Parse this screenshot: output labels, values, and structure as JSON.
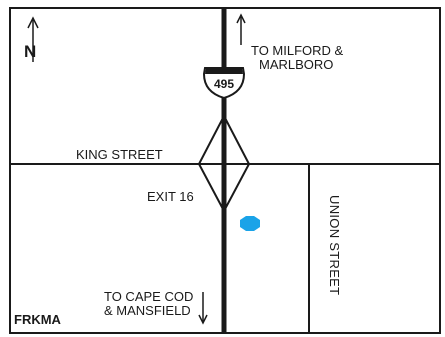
{
  "map": {
    "north_label": "N",
    "highway_number": "495",
    "labels": {
      "north_direction": "TO MILFORD &",
      "north_direction_2": "MARLBORO",
      "south_direction": "TO CAPE COD",
      "south_direction_2": "& MANSFIELD",
      "king_street": "KING STREET",
      "exit": "EXIT 16",
      "union_street": "UNION STREET",
      "brand": "FRKMA"
    },
    "colors": {
      "roads": "#1a1a1a",
      "marker": "#1aa3e8",
      "background": "#ffffff"
    },
    "marker_icon": "location-hexagon-icon",
    "shield_icon": "interstate-shield-icon"
  }
}
